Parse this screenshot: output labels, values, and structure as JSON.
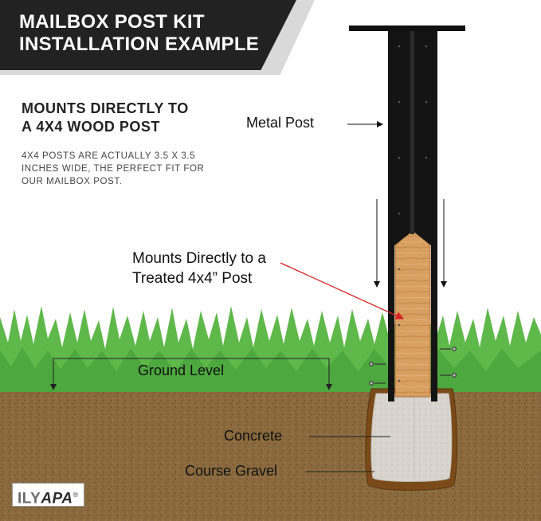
{
  "banner": {
    "line1": "MAILBOX POST KIT",
    "line2": "INSTALLATION EXAMPLE"
  },
  "info": {
    "heading_line1": "MOUNTS DIRECTLY TO",
    "heading_line2": "A 4X4 WOOD POST",
    "body_line1": "4X4 POSTS ARE ACTUALLY 3.5 X 3.5",
    "body_line2": "INCHES WIDE, THE PERFECT FIT FOR",
    "body_line3": "OUR MAILBOX POST."
  },
  "labels": {
    "metal_post": "Metal Post",
    "treated_line1": "Mounts Directly to a",
    "treated_line2": "Treated 4x4” Post",
    "ground_level": "Ground Level",
    "concrete": "Concrete",
    "gravel": "Course Gravel"
  },
  "logo": {
    "light": "ILY",
    "bold": "APA",
    "mark": "®"
  },
  "colors": {
    "soil": "#8b6a3c",
    "grass": "#5fb84a",
    "post": "#111111",
    "wood": "#d8a065",
    "concrete": "#d7d3cc",
    "arrow_red": "#d42424"
  }
}
